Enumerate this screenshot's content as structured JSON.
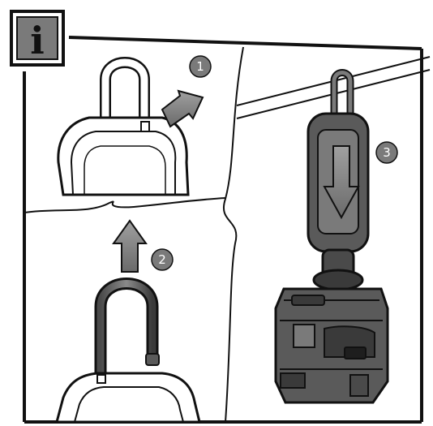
{
  "info_badge": {
    "symbol": "i"
  },
  "steps": [
    {
      "number": "1"
    },
    {
      "number": "2"
    },
    {
      "number": "3"
    }
  ],
  "colors": {
    "outline": "#111111",
    "badge_bg": "#7a7a7a",
    "arrow_fill": "#8c8c8c",
    "device_body": "#5a5a5a",
    "device_dark": "#3a3a3a",
    "device_light": "#8a8a8a",
    "step_circle": "#7a7a7a"
  }
}
